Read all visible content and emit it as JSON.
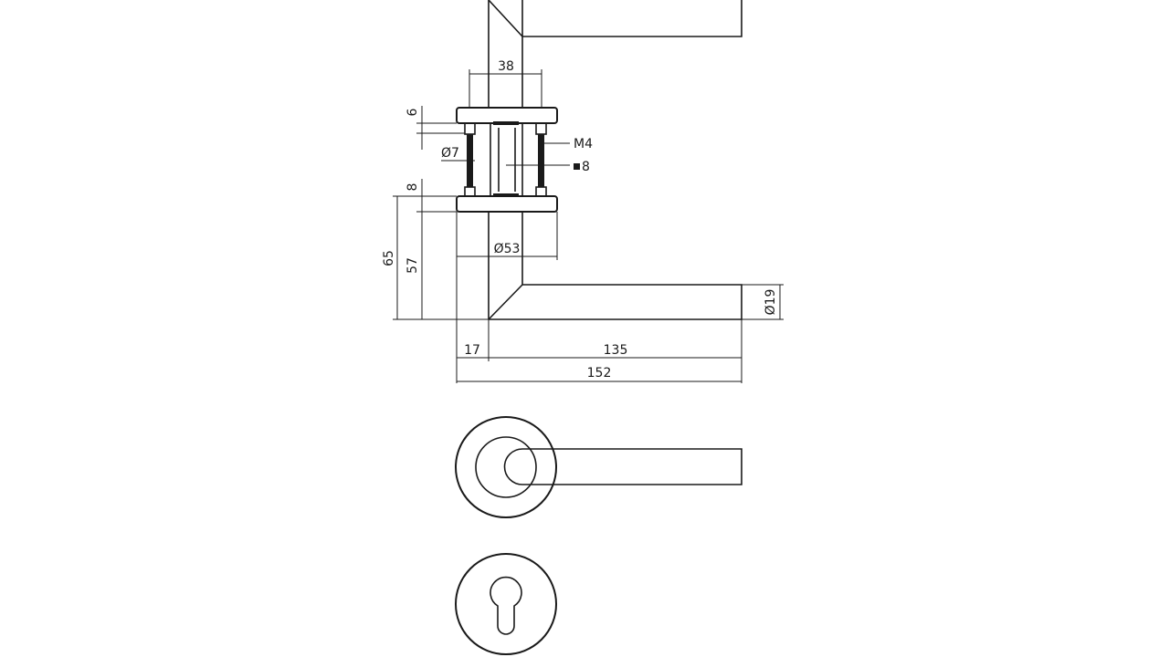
{
  "drawing": {
    "dimensions": {
      "width_38": "38",
      "thickness_6": "6",
      "diameter_7": "Ø7",
      "thread_m4": "M4",
      "square_8": "8",
      "height_8": "8",
      "rose_53": "Ø53",
      "height_65": "65",
      "height_57": "57",
      "diameter_19": "Ø19",
      "offset_17": "17",
      "length_135": "135",
      "total_152": "152"
    },
    "colors": {
      "line": "#1a1a1a",
      "background": "#ffffff",
      "spindle_fill": "#1a1a1a"
    }
  }
}
